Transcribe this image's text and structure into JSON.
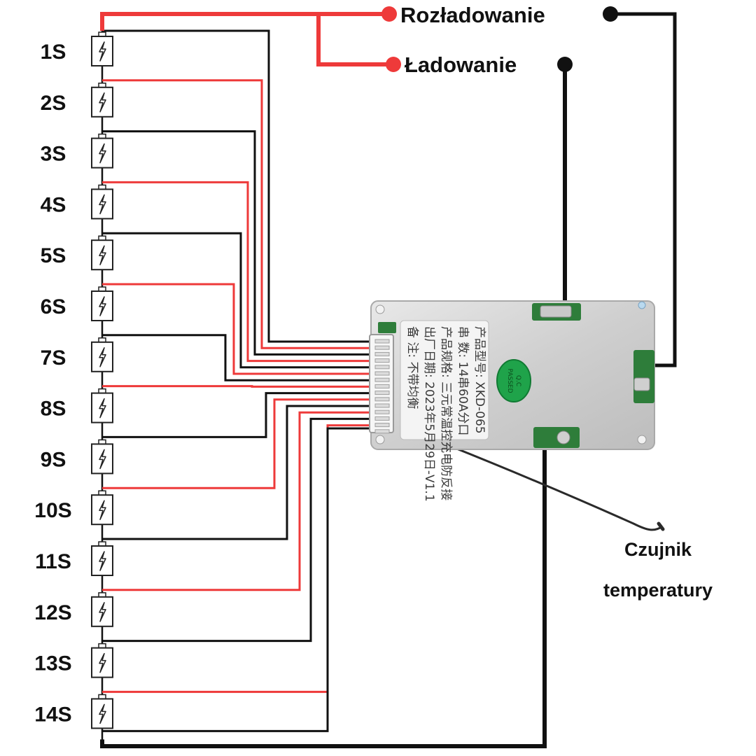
{
  "diagram": {
    "cells": [
      {
        "label": "1S"
      },
      {
        "label": "2S"
      },
      {
        "label": "3S"
      },
      {
        "label": "4S"
      },
      {
        "label": "5S"
      },
      {
        "label": "6S"
      },
      {
        "label": "7S"
      },
      {
        "label": "8S"
      },
      {
        "label": "9S"
      },
      {
        "label": "10S"
      },
      {
        "label": "11S"
      },
      {
        "label": "12S"
      },
      {
        "label": "13S"
      },
      {
        "label": "14S"
      }
    ],
    "cell_icon": "battery-bolt-icon",
    "terminals": {
      "discharge": "Rozładowanie",
      "charge": "Ładowanie"
    },
    "temperature_sensor": {
      "line1": "Czujnik",
      "line2": "temperatury"
    },
    "bms_board": {
      "sticker_lines": [
        "产品型号: XKD-065",
        "串    数: 14串60A分口",
        "产品规格: 三元常温控充电防反接",
        "出厂日期: 2023年5月29日-V1.1",
        "备    注: 不带均衡"
      ],
      "qc_badge": [
        "Q.C",
        "PASSED"
      ]
    },
    "colors": {
      "positive_wire": "#ee3a3a",
      "negative_wire": "#111111",
      "board": "#d6d6d6",
      "pcb_green": "#2e7d3a",
      "qc_badge": "#1fa34a"
    }
  }
}
